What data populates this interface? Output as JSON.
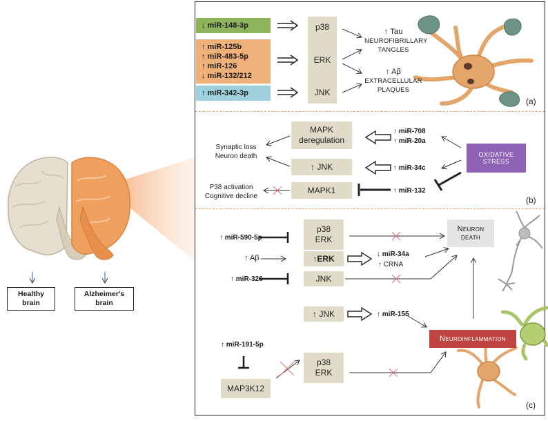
{
  "panel_a": {
    "label": "(a)",
    "green": {
      "text": "↓ miR-148-3p",
      "color": "#8db45a"
    },
    "orange": {
      "lines": [
        "↑ miR-125b",
        "↑ miR-483-5p",
        "↑ miR-126",
        "↓ miR-132/212"
      ],
      "color": "#f0b07a"
    },
    "blue": {
      "text": "↑ miR-342-3p",
      "color": "#9fd0de"
    },
    "kinases": [
      "p38",
      "ERK",
      "JNK"
    ],
    "outcome_top": [
      "↑ Tau",
      "NEUROFIBRILLARY",
      "TANGLES"
    ],
    "outcome_bottom": [
      "↑ Aβ",
      "EXTRACELLULAR",
      "PLAQUES"
    ]
  },
  "panel_b": {
    "label": "(b)",
    "box_mapk": [
      "MAPK",
      "deregulation"
    ],
    "box_jnk": "↑ JNK",
    "box_mapk1": "MAPK1",
    "mir_708_20a": [
      "↑ miR-708",
      "↑ miR-20a"
    ],
    "mir_34c": "↑ miR-34c",
    "mir_132": "↑ miR-132",
    "oxidative": "OXIDATIVE STRESS",
    "oxidative_color": "#8e62b5",
    "out_synaptic": [
      "Synaptic loss",
      "Neuron death"
    ],
    "out_p38": [
      "P38 activation",
      "Cognitive decline"
    ]
  },
  "panel_c": {
    "label": "(c)",
    "mir_590": "↑ miR-590-5p",
    "box_p38erk_1": [
      "p38",
      "ERK"
    ],
    "abeta": "↑ Aβ",
    "box_erk": "↑ERK",
    "mir_34a": "↓ miR-34a",
    "crna": "↑ CRNA",
    "mir_326": "↑ miR-326",
    "box_jnk": "JNK",
    "neuron_death": [
      "Neuron",
      "death"
    ],
    "box_jnk2": "↑ JNK",
    "mir_155": "↑ miR-155",
    "mir_191": "↑ miR-191-5p",
    "map3k12": "MAP3K12",
    "box_p38erk_2": [
      "p38",
      "ERK"
    ],
    "neuroinflammation": "Neuroinflammation",
    "neuroinflammation_color": "#c0443f"
  },
  "brain": {
    "healthy": [
      "Healthy",
      "brain"
    ],
    "alzheimer": [
      "Alzheimer's",
      "brain"
    ]
  }
}
